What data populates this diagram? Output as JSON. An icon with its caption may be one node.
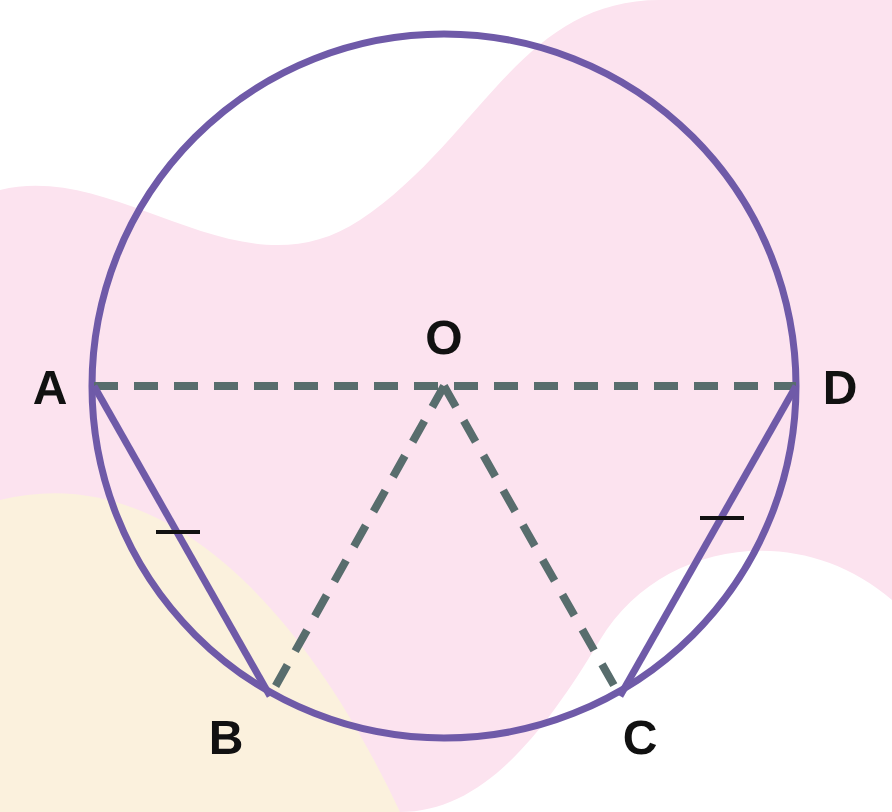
{
  "diagram": {
    "nodes": [
      {
        "text": [
          "A"
        ]
      },
      {
        "text": [
          "O"
        ]
      },
      {
        "text": [
          "D"
        ]
      },
      {
        "text": [
          "B"
        ]
      },
      {
        "text": [
          "C"
        ]
      }
    ],
    "edges": [
      {
        "from": 0,
        "to": 2,
        "arrow": "none",
        "style": "dashed"
      },
      {
        "from": 1,
        "to": 3,
        "arrow": "none",
        "style": "dashed"
      },
      {
        "from": 1,
        "to": 4,
        "arrow": "none",
        "style": "dashed"
      },
      {
        "from": 0,
        "to": 3,
        "arrow": "none",
        "color": "#6f5aa8"
      },
      {
        "from": 2,
        "to": 4,
        "arrow": "none",
        "color": "#6f5aa8"
      }
    ]
  }
}
